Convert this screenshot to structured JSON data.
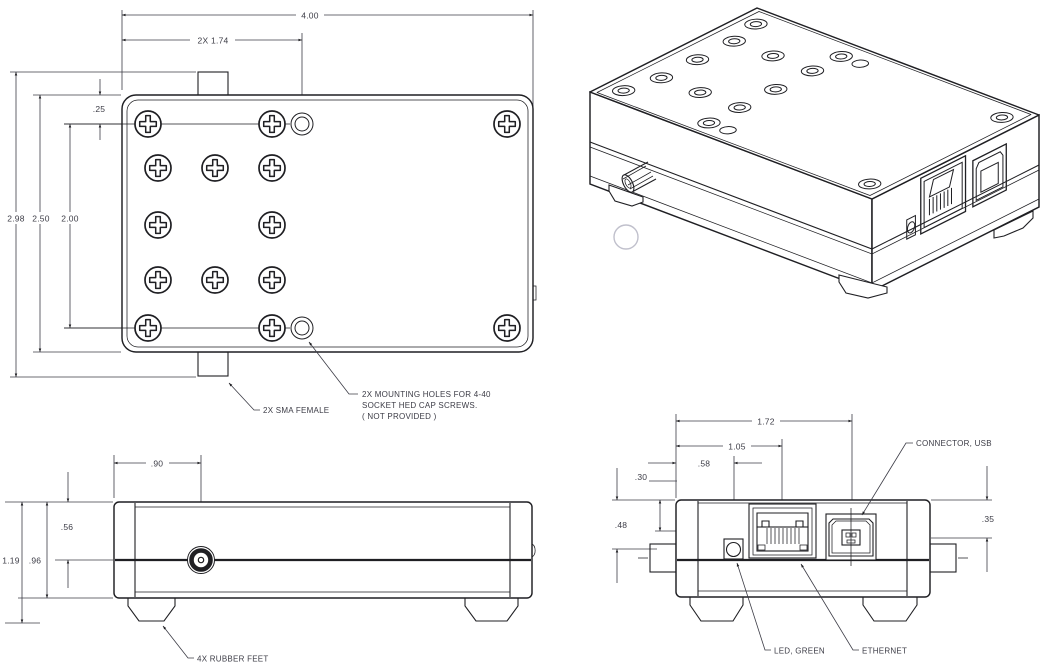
{
  "drawing": {
    "top_view": {
      "dims": {
        "width": "4.00",
        "mount_spacing": "2X 1.74",
        "edge_offset": ".25",
        "overall_height": "2.98",
        "body_height": "2.50",
        "screw_spacing": "2.00"
      },
      "labels": {
        "sma": "2X SMA FEMALE",
        "note1": "2X MOUNTING HOLES FOR 4-40",
        "note2": "SOCKET HED CAP SCREWS.",
        "note3": "( NOT PROVIDED )"
      }
    },
    "side_view": {
      "dims": {
        "sma_x": ".90",
        "sma_y": ".56",
        "body_h": ".96",
        "overall_h": "1.19"
      },
      "labels": {
        "feet": "4X RUBBER FEET"
      }
    },
    "front_view": {
      "dims": {
        "usb_x": "1.72",
        "eth_x": "1.05",
        "led_x": ".58",
        "eth_y": ".30",
        "led_y": ".48",
        "usb_y": ".35"
      },
      "labels": {
        "usb": "CONNECTOR, USB",
        "led": "LED, GREEN",
        "ethernet": "ETHERNET"
      }
    },
    "colors": {
      "line": "#1f1f23",
      "dim_text": "#3c3c46",
      "ghost_circle": "#c0c0cc",
      "background": "#ffffff"
    }
  }
}
